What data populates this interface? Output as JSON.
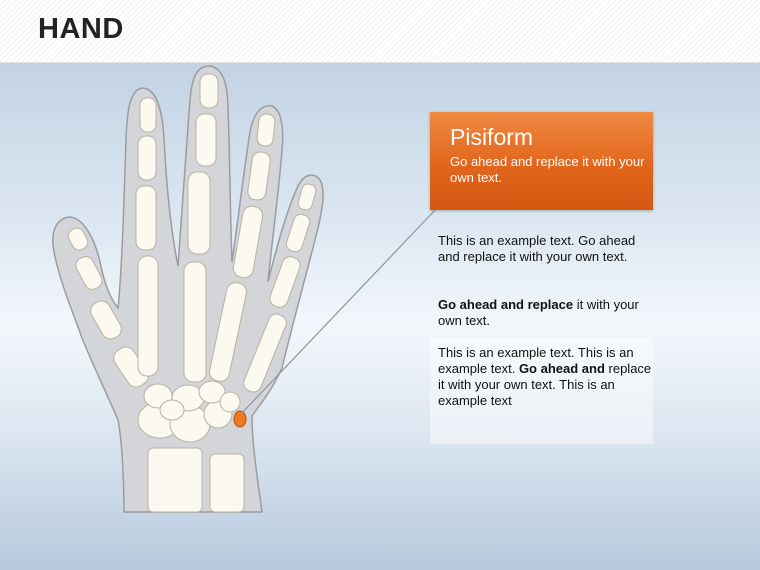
{
  "header": {
    "title": "HAND"
  },
  "callout": {
    "title": "Pisiform",
    "subtitle": "Go ahead and replace it with your own text."
  },
  "body": {
    "p1": "This is an example text. Go ahead and replace it with your own text.",
    "p2_bold": "Go ahead and replace",
    "p2_rest": " it with your own text.",
    "p3_a": " This is an example text. This is an example text. ",
    "p3_bold": "Go ahead and",
    "p3_b": " replace it with your own text. This is an example text"
  },
  "colors": {
    "accent": "#e2651c",
    "highlight": "#f07a22",
    "bone": "#fbf9f0",
    "skin": "#d3d5d9"
  },
  "icons": {
    "leader": "leader-line"
  }
}
